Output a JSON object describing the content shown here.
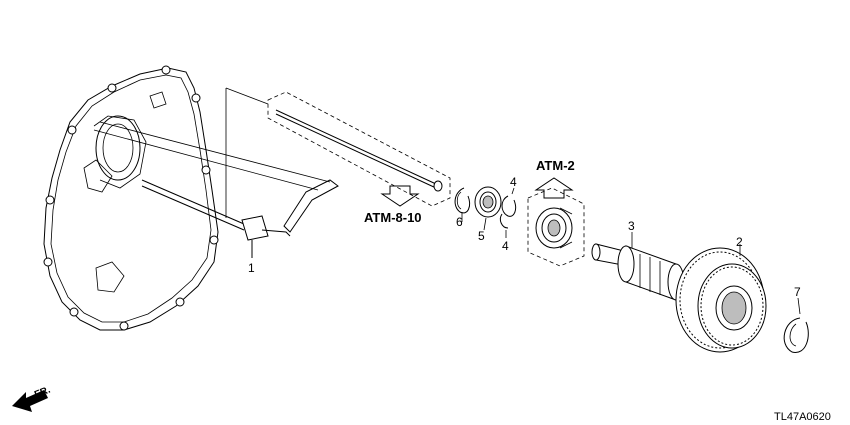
{
  "callouts": [
    "1",
    "2",
    "3",
    "4",
    "4",
    "5",
    "6",
    "7"
  ],
  "references": {
    "upper": "ATM-2",
    "lower": "ATM-8-10"
  },
  "direction_label": "FR.",
  "diagram_code": "TL47A0620"
}
